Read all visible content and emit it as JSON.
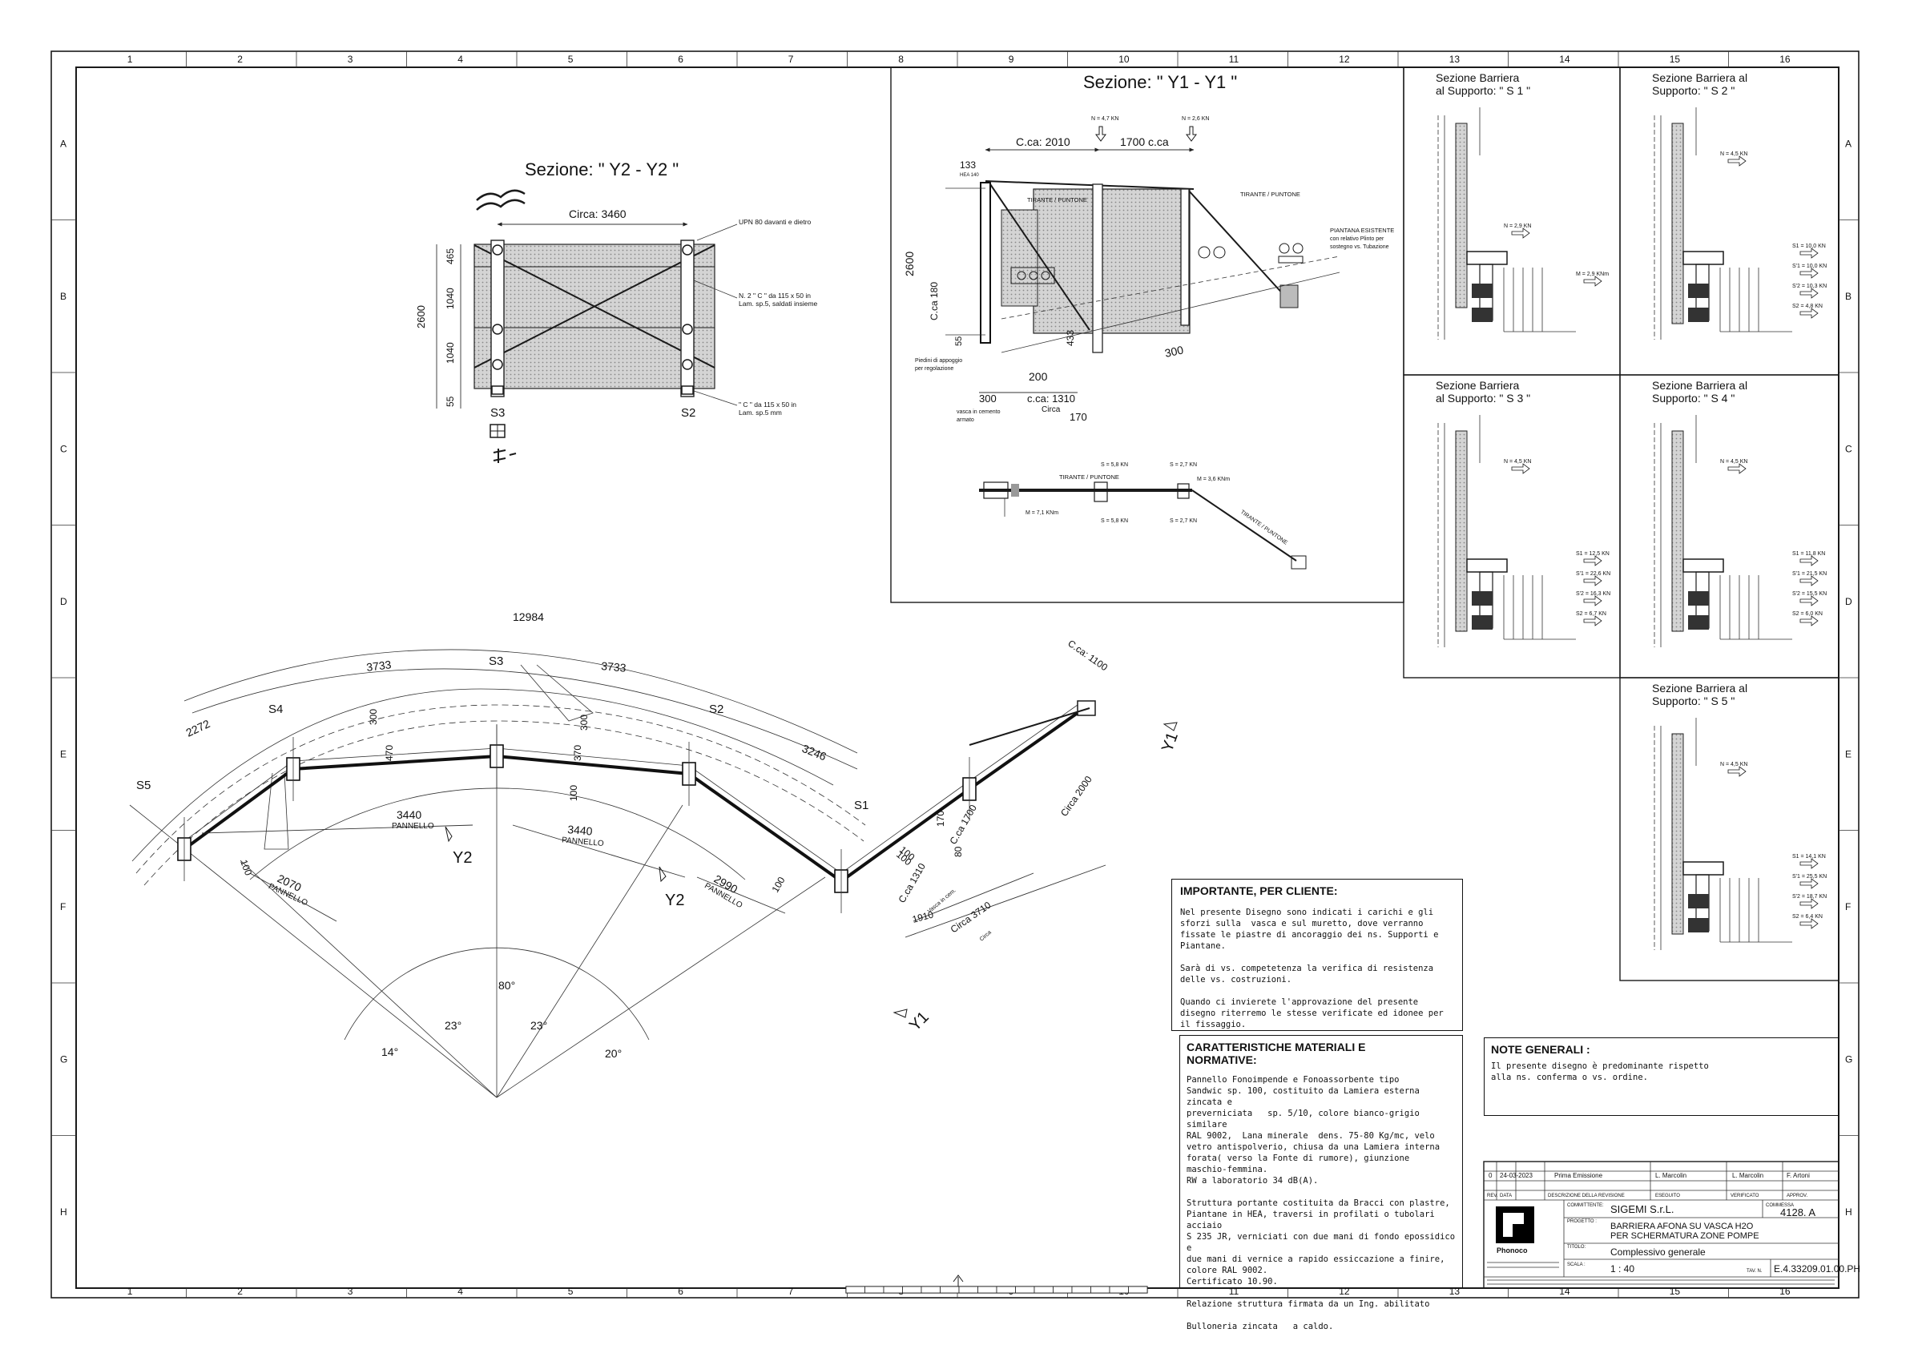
{
  "frame": {
    "columns": [
      "1",
      "2",
      "3",
      "4",
      "5",
      "6",
      "7",
      "8",
      "9",
      "10",
      "11",
      "12",
      "13",
      "14",
      "15",
      "16"
    ],
    "rows": [
      "A",
      "B",
      "C",
      "D",
      "E",
      "F",
      "G",
      "H"
    ]
  },
  "sections": {
    "y2": {
      "title": "Sezione: \" Y2 - Y2 \"",
      "circa": "Circa: 3460",
      "height_total": "2600",
      "dims_v": [
        "465",
        "1040",
        "1040",
        "55"
      ],
      "supports": [
        "S3",
        "S2"
      ],
      "note1": "UPN 80 davanti e dietro",
      "note2a": "N. 2 \" C \" da 115 x 50 in",
      "note2b": "Lam. sp.5, saldati insieme",
      "note3a": "\" C \" da 115 x 50 in",
      "note3b": "Lam. sp.5 mm"
    },
    "y1": {
      "title": "Sezione: \" Y1 - Y1 \"",
      "dims": [
        "C.ca: 2010",
        "1700 c.ca",
        "133",
        "2600",
        "C.ca 180",
        "55",
        "433",
        "200",
        "300",
        "c.ca: 1310",
        "Circa",
        "170",
        "300"
      ],
      "hea": "HEA 140",
      "tirante": "TIRANTE / PUNTONE",
      "forces_top": [
        "N = 4,7 KN",
        "N = 2,6 KN"
      ],
      "piantana1": "PIANTANA ESISTENTE",
      "piantana2": "con relativo Plinto per",
      "piantana3": "sostegno vs. Tubazione",
      "piedini1": "Piedini di appoggio",
      "piedini2": "per regolazione",
      "vasca1": "vasca in cemento",
      "vasca2": "armato",
      "plan_forces": [
        "S = 5,8 KN",
        "S = 2,7 KN",
        "M = 3,6 KNm",
        "M = 7,1 KNm",
        "S = 5,8 KN",
        "S = 2,7 KN"
      ],
      "plan_tirante1": "TIRANTE / PUNTONE",
      "plan_tirante2": "TIRANTE / PUNTONE"
    },
    "supports": [
      {
        "title1": "Sezione Barriera",
        "title2": "al Supporto: \" S 1 \"",
        "forces": [
          "N = 2,9 KN",
          "M = 2,9 KNm"
        ]
      },
      {
        "title1": "Sezione Barriera   al",
        "title2": "Supporto:  \" S 2 \"",
        "forces": [
          "N = 4,5 KN",
          "S1 = 10,0 KN",
          "S'1 = 10,0 KN",
          "S'2 = 10,3 KN",
          "S2 = 4,8 KN"
        ]
      },
      {
        "title1": "Sezione Barriera",
        "title2": "al Supporto: \" S 3 \"",
        "forces": [
          "N = 4,5 KN",
          "S1 = 12,5 KN",
          "S'1 = 22,6 KN",
          "S'2 = 16,3 KN",
          "S2 = 6,7 KN"
        ]
      },
      {
        "title1": "Sezione Barriera   al",
        "title2": "Supporto:  \" S 4 \"",
        "forces": [
          "N = 4,5 KN",
          "S1 = 11,8 KN",
          "S'1 = 21,5 KN",
          "S'2 = 15,5 KN",
          "S2 = 6,0 KN"
        ]
      },
      {
        "title1": "Sezione Barriera   al",
        "title2": "Supporto:  \" S 5 \"",
        "forces": [
          "N = 4,5 KN",
          "S1 = 14,1 KN",
          "S'1 = 25,5 KN",
          "S'2 = 18,7 KN",
          "S2 = 6,4 KN"
        ]
      }
    ]
  },
  "plan": {
    "arc_total": "12984",
    "arcs": [
      "2272",
      "3733",
      "3733",
      "3246"
    ],
    "supports": [
      "S5",
      "S4",
      "S3",
      "S2",
      "S1"
    ],
    "panels": [
      {
        "value": "3440",
        "label": "PANNELLO"
      },
      {
        "value": "3440",
        "label": "PANNELLO"
      },
      {
        "value": "2070",
        "label": "PANNELLO"
      },
      {
        "value": "2990",
        "label": "PANNELLO"
      }
    ],
    "small_dims": [
      "300",
      "470",
      "100",
      "370",
      "300",
      "100",
      "100",
      "100",
      "170",
      "100",
      "80"
    ],
    "right_dims": [
      "C.ca: 1100",
      "C.ca 1700",
      "Circa 2000",
      "C.ca 1310",
      "1910",
      "Circa 3710"
    ],
    "right_small": [
      "Vasca in cem.",
      "Circa"
    ],
    "angles": [
      "80°",
      "14°",
      "23°",
      "23°",
      "20°"
    ],
    "markers": [
      "Y2",
      "Y2",
      "Y1",
      "Y1"
    ]
  },
  "notes": {
    "important_title": "IMPORTANTE, PER CLIENTE:",
    "important_body": "Nel presente Disegno sono indicati i carichi e gli\nsforzi sulla  vasca e sul muretto, dove verranno\nfissate le piastre di ancoraggio dei ns. Supporti e\nPiantane.\n\nSarà di vs. competetenza la verifica di resistenza\ndelle vs. costruzioni.\n\nQuando ci invierete l'approvazione del presente\ndisegno riterremo le stesse verificate ed idonee per\nil fissaggio.",
    "materials_title1": "CARATTERISTICHE MATERIALI E",
    "materials_title2": "NORMATIVE:",
    "materials_body": "Pannello Fonoimpende e Fonoassorbente tipo\nSandwic sp. 100, costituito da Lamiera esterna zincata e\npreverniciata   sp. 5/10, colore bianco-grigio  similare\nRAL 9002,  Lana minerale  dens. 75-80 Kg/mc, velo\nvetro antispolverio, chiusa da una Lamiera interna\nforata( verso la Fonte di rumore), giunzione\nmaschio-femmina.\nRW a laboratorio 34 dB(A).\n\nStruttura portante costituita da Bracci con plastre,\nPiantane in HEA, traversi in profilati o tubolari acciaio\nS 235 JR, verniciati con due mani di fondo epossidico e\ndue mani di vernice a rapido essiccazione a finire,\ncolore RAL 9002.\nCertificato 10.90.\n\nRelazione struttura firmata da un Ing. abilitato\n\nBulloneria zincata   a caldo.",
    "general_title": "NOTE GENERALI :",
    "general_body": "Il presente disegno è predominante rispetto\nalla ns. conferma o vs. ordine."
  },
  "title_block": {
    "rev": "0",
    "date": "24-03-2023",
    "description": "Prima Emissione",
    "drawn": "L. Marcolin",
    "checked": "L. Marcolin",
    "approved": "F. Artoni",
    "h_rev": "REV.",
    "h_date": "DATA",
    "h_desc": "DESCRIZIONE DELLA REVISIONE",
    "h_drawn": "ESEGUITO",
    "h_checked": "VERIFICATO",
    "h_approved": "APPROV.",
    "client_label": "COMMITTENTE:",
    "client": "SIGEMI S.r.L.",
    "order_label": "COMMESSA",
    "order": "4128. A",
    "project_label": "PROGETTO :",
    "project1": "BARRIERA  AFONA SU VASCA H2O",
    "project2": "PER SCHERMATURA ZONE POMPE",
    "title_label": "TITOLO:",
    "title": "Complessivo generale",
    "scale_label": "SCALA :",
    "scale": "1 : 40",
    "table_label": "TAV. N.",
    "table_no": "E.4.33209.01.00.PH",
    "logo": "Phonoco"
  }
}
